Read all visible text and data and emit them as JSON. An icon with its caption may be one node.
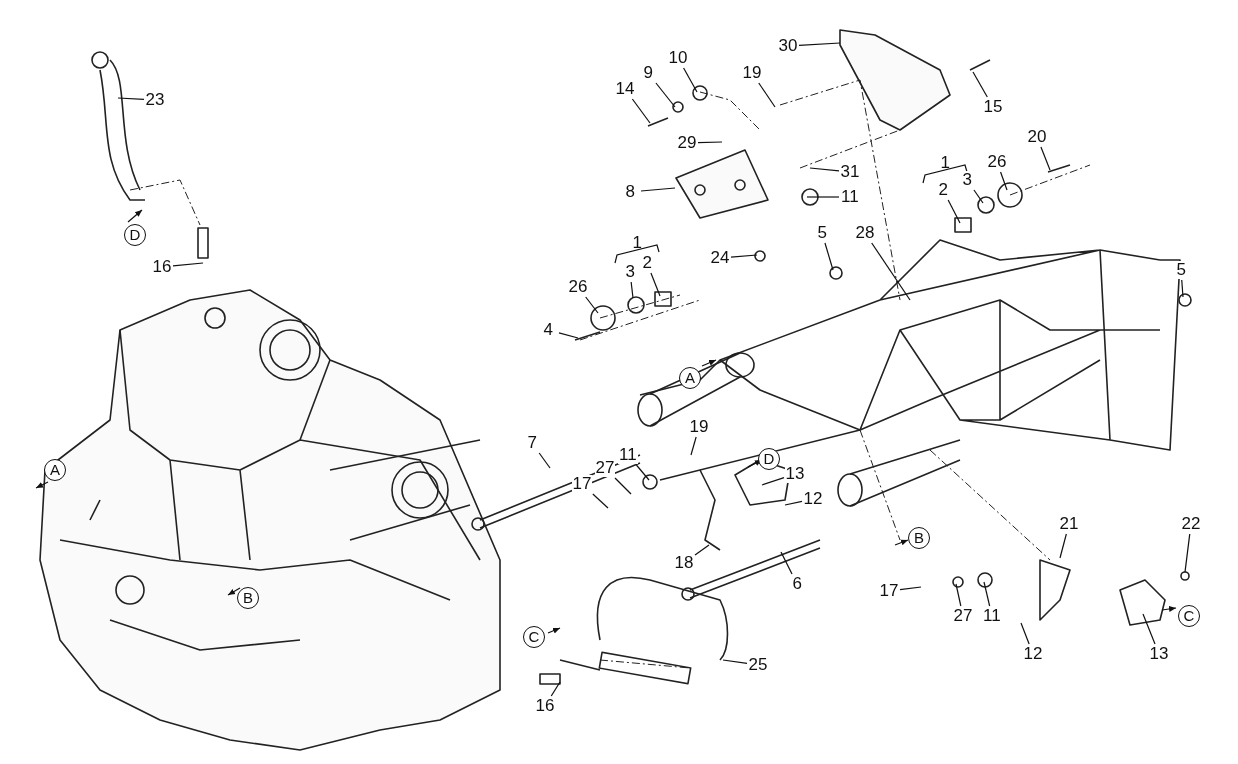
{
  "diagram": {
    "nodes": [
      {
        "text": [
          "23"
        ]
      },
      {
        "text": [
          "16"
        ]
      },
      {
        "text": [
          "14"
        ]
      },
      {
        "text": [
          "9"
        ]
      },
      {
        "text": [
          "10"
        ]
      },
      {
        "text": [
          "19"
        ]
      },
      {
        "text": [
          "30"
        ]
      },
      {
        "text": [
          "15"
        ]
      },
      {
        "text": [
          "29"
        ]
      },
      {
        "text": [
          "31"
        ]
      },
      {
        "text": [
          "8"
        ]
      },
      {
        "text": [
          "11"
        ]
      },
      {
        "text": [
          "24"
        ]
      },
      {
        "text": [
          "20"
        ]
      },
      {
        "text": [
          "2"
        ]
      },
      {
        "text": [
          "3"
        ]
      },
      {
        "text": [
          "26"
        ]
      },
      {
        "text": [
          "5"
        ]
      },
      {
        "text": [
          "28"
        ]
      },
      {
        "text": [
          "5"
        ]
      },
      {
        "text": [
          "3"
        ]
      },
      {
        "text": [
          "2"
        ]
      },
      {
        "text": [
          "26"
        ]
      },
      {
        "text": [
          "4"
        ]
      },
      {
        "text": [
          "7"
        ]
      },
      {
        "text": [
          "19"
        ]
      },
      {
        "text": [
          "11"
        ]
      },
      {
        "text": [
          "27"
        ]
      },
      {
        "text": [
          "17"
        ]
      },
      {
        "text": [
          "13"
        ]
      },
      {
        "text": [
          "12"
        ]
      },
      {
        "text": [
          "18"
        ]
      },
      {
        "text": [
          "6"
        ]
      },
      {
        "text": [
          "21"
        ]
      },
      {
        "text": [
          "22"
        ]
      },
      {
        "text": [
          "17"
        ]
      },
      {
        "text": [
          "27"
        ]
      },
      {
        "text": [
          "11"
        ]
      },
      {
        "text": [
          "12"
        ]
      },
      {
        "text": [
          "13"
        ]
      },
      {
        "text": [
          "25"
        ]
      },
      {
        "text": [
          "16"
        ]
      }
    ],
    "edges": [
      {
        "from": 0,
        "to": null,
        "arrow": "none"
      },
      {
        "from": 1,
        "to": null,
        "arrow": "none"
      },
      {
        "from": 2,
        "to": null,
        "arrow": "none"
      },
      {
        "from": 3,
        "to": null,
        "arrow": "none"
      },
      {
        "from": 4,
        "to": null,
        "arrow": "none"
      },
      {
        "from": 5,
        "to": null,
        "arrow": "none"
      },
      {
        "from": 6,
        "to": null,
        "arrow": "none"
      },
      {
        "from": 7,
        "to": null,
        "arrow": "none"
      },
      {
        "from": 8,
        "to": null,
        "arrow": "none"
      },
      {
        "from": 9,
        "to": null,
        "arrow": "none"
      },
      {
        "from": 10,
        "to": null,
        "arrow": "none"
      },
      {
        "from": 11,
        "to": null,
        "arrow": "none"
      },
      {
        "from": 12,
        "to": null,
        "arrow": "none"
      },
      {
        "from": 13,
        "to": null,
        "arrow": "none"
      },
      {
        "from": 14,
        "to": null,
        "arrow": "none"
      },
      {
        "from": 15,
        "to": null,
        "arrow": "none"
      },
      {
        "from": 16,
        "to": null,
        "arrow": "none"
      },
      {
        "from": 17,
        "to": null,
        "arrow": "none"
      },
      {
        "from": 18,
        "to": null,
        "arrow": "none"
      },
      {
        "from": 19,
        "to": null,
        "arrow": "none"
      },
      {
        "from": 20,
        "to": null,
        "arrow": "none"
      },
      {
        "from": 21,
        "to": null,
        "arrow": "none"
      },
      {
        "from": 22,
        "to": null,
        "arrow": "none"
      },
      {
        "from": 23,
        "to": null,
        "arrow": "none"
      },
      {
        "from": 24,
        "to": null,
        "arrow": "none"
      },
      {
        "from": 25,
        "to": null,
        "arrow": "none"
      },
      {
        "from": 26,
        "to": null,
        "arrow": "none"
      },
      {
        "from": 27,
        "to": null,
        "arrow": "none"
      },
      {
        "from": 28,
        "to": null,
        "arrow": "none"
      },
      {
        "from": 29,
        "to": null,
        "arrow": "none"
      },
      {
        "from": 30,
        "to": null,
        "arrow": "none"
      },
      {
        "from": 31,
        "to": null,
        "arrow": "none"
      },
      {
        "from": 32,
        "to": null,
        "arrow": "none"
      },
      {
        "from": 33,
        "to": null,
        "arrow": "none"
      },
      {
        "from": 34,
        "to": null,
        "arrow": "none"
      },
      {
        "from": 35,
        "to": null,
        "arrow": "none"
      },
      {
        "from": 36,
        "to": null,
        "arrow": "none"
      },
      {
        "from": 37,
        "to": null,
        "arrow": "none"
      },
      {
        "from": 38,
        "to": null,
        "arrow": "none"
      },
      {
        "from": 39,
        "to": null,
        "arrow": "none"
      },
      {
        "from": 40,
        "to": null,
        "arrow": "none"
      },
      {
        "from": 41,
        "to": null,
        "arrow": "none"
      }
    ],
    "labels": [
      "D",
      "1",
      "1",
      "A",
      "A",
      "D",
      "B",
      "B",
      "C",
      "C"
    ]
  }
}
